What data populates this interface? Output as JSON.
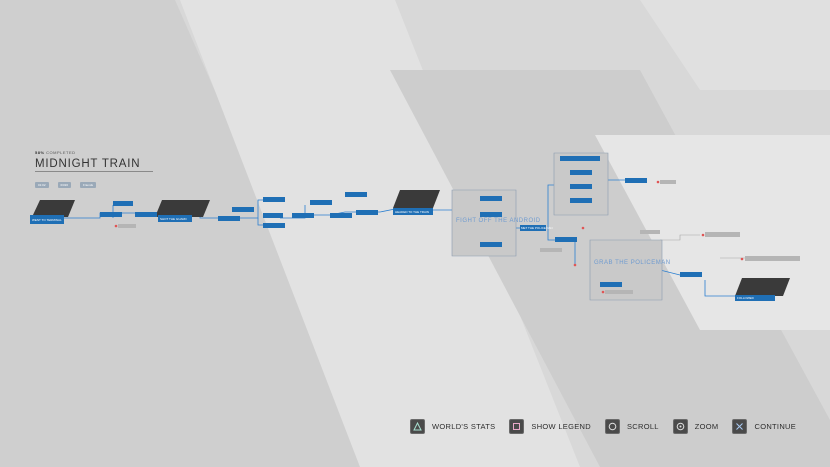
{
  "chapter": {
    "percent": "58%",
    "completed_label": "COMPLETED",
    "title": "MIDNIGHT TRAIN",
    "stat_chips": [
      "01:02",
      "03/20",
      "Friends"
    ]
  },
  "flowchart": {
    "nodes": [
      {
        "label": "WENT TO TERMINAL"
      },
      {
        "label": "SHOT THE GUARD"
      },
      {
        "label": "HEADED TO THE TRAIN"
      },
      {
        "label": "MET THE POLICEMAN"
      },
      {
        "label": "FOLLOWED"
      }
    ],
    "groups": [
      {
        "label": "FIGHT OFF THE ANDROID"
      },
      {
        "label": "GRAB THE POLICEMAN"
      }
    ]
  },
  "footer": {
    "items": [
      {
        "label": "WORLD'S STATS",
        "icon": "triangle-icon"
      },
      {
        "label": "SHOW LEGEND",
        "icon": "square-icon"
      },
      {
        "label": "SCROLL",
        "icon": "stick-icon"
      },
      {
        "label": "ZOOM",
        "icon": "stick-press-icon"
      },
      {
        "label": "CONTINUE",
        "icon": "cross-icon"
      }
    ]
  },
  "colors": {
    "node_blue": "#1f6fb5",
    "link_blue": "#2b7fd0",
    "locked_red": "#e05555",
    "background": "#d8d8d8"
  }
}
